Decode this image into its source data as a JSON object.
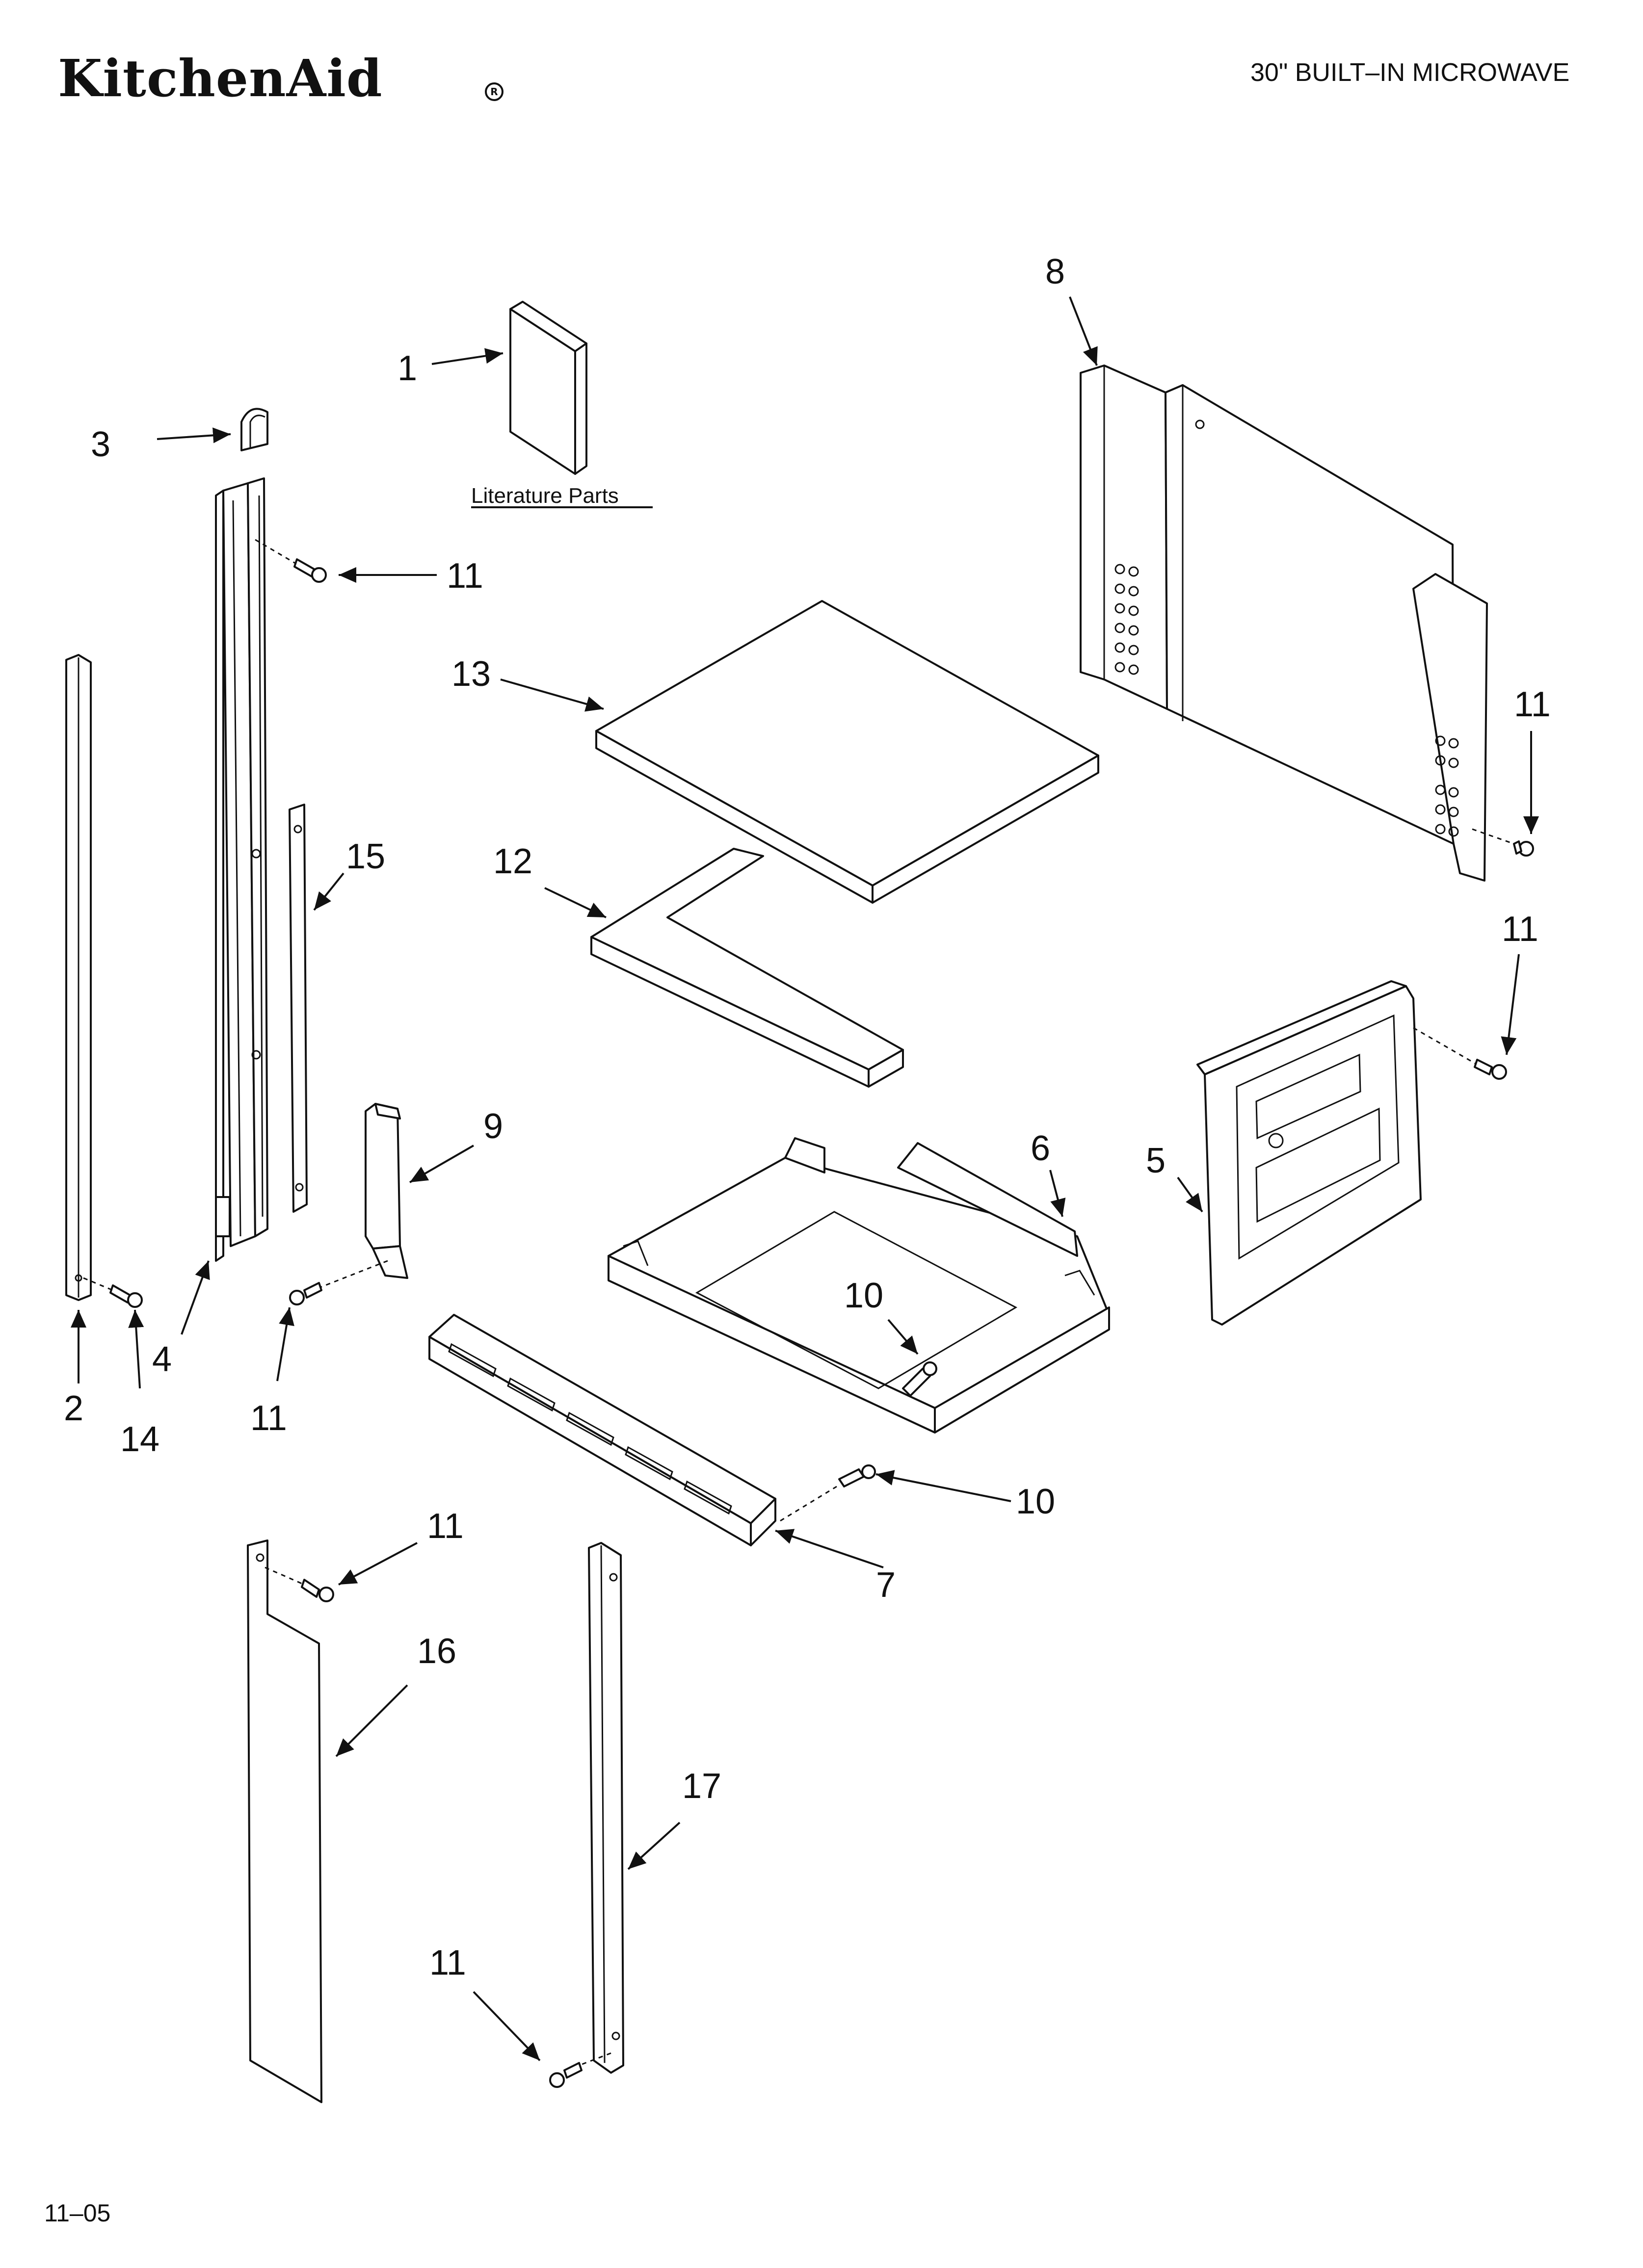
{
  "header": {
    "brand": "KitchenAid",
    "registered_mark": "R",
    "title": "30\" BUILT–IN MICROWAVE"
  },
  "footer": {
    "date_code": "11–05"
  },
  "literature_label": "Literature Parts",
  "callouts": {
    "c1": "1",
    "c2": "2",
    "c3": "3",
    "c4": "4",
    "c5": "5",
    "c6": "6",
    "c7": "7",
    "c8": "8",
    "c9": "9",
    "c10a": "10",
    "c10b": "10",
    "c11a": "11",
    "c11b": "11",
    "c11c": "11",
    "c11d": "11",
    "c11e": "11",
    "c11f": "11",
    "c12": "12",
    "c13": "13",
    "c14": "14",
    "c15": "15",
    "c16": "16",
    "c17": "17"
  }
}
